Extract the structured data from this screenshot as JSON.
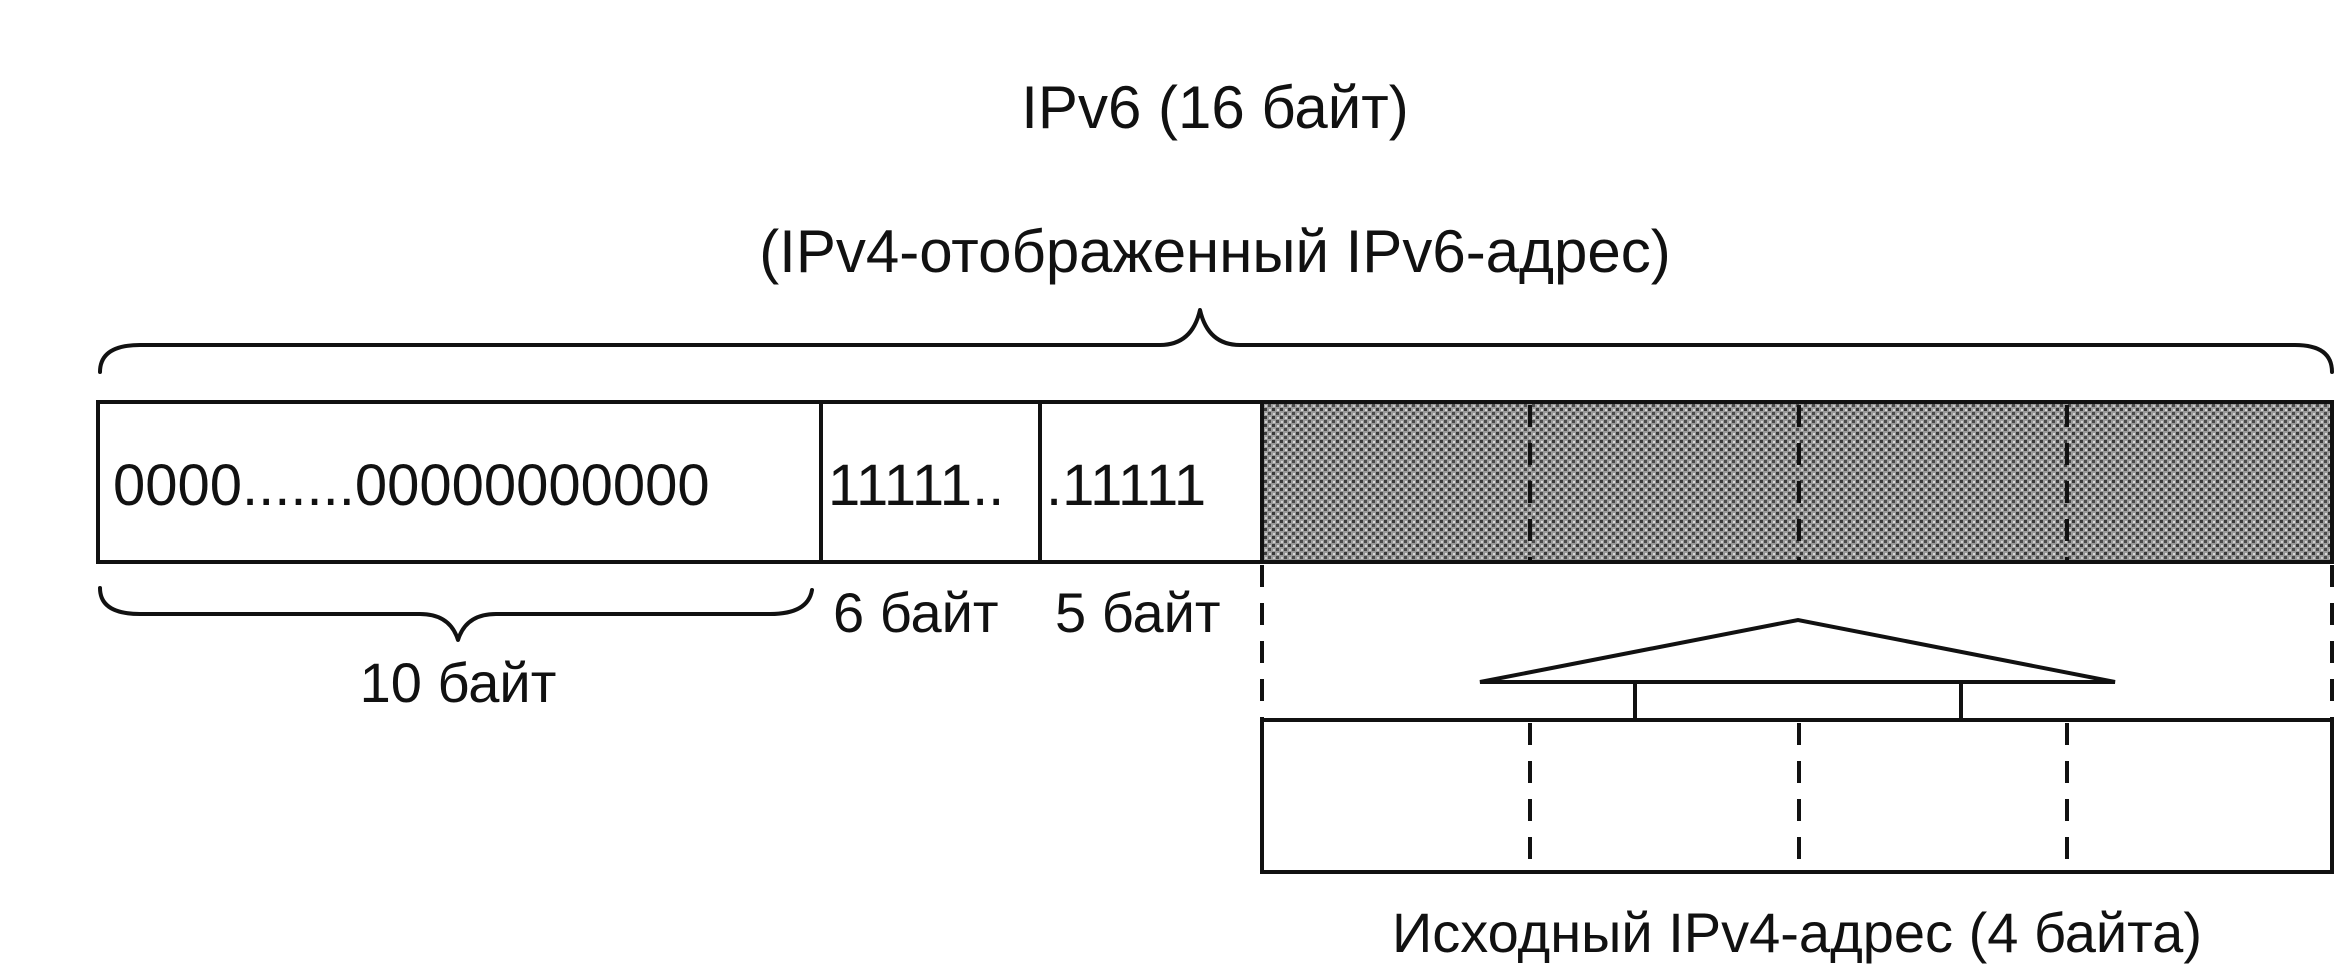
{
  "title": "IPv6 (16 байт)",
  "subtitle": "(IPv4-отображенный IPv6-адрес)",
  "fields": {
    "zeros": "0000.......00000000000",
    "ones_a": "11111..",
    "ones_b": ".11111"
  },
  "labels": {
    "ten_bytes": "10 байт",
    "six_bytes": "6 байт",
    "five_bytes": "5 байт",
    "source": "Исходный IPv4-адрес (4 байта)"
  },
  "colors": {
    "stroke": "#111111",
    "shaded_fill": "#8c8c8c",
    "background": "#ffffff"
  }
}
